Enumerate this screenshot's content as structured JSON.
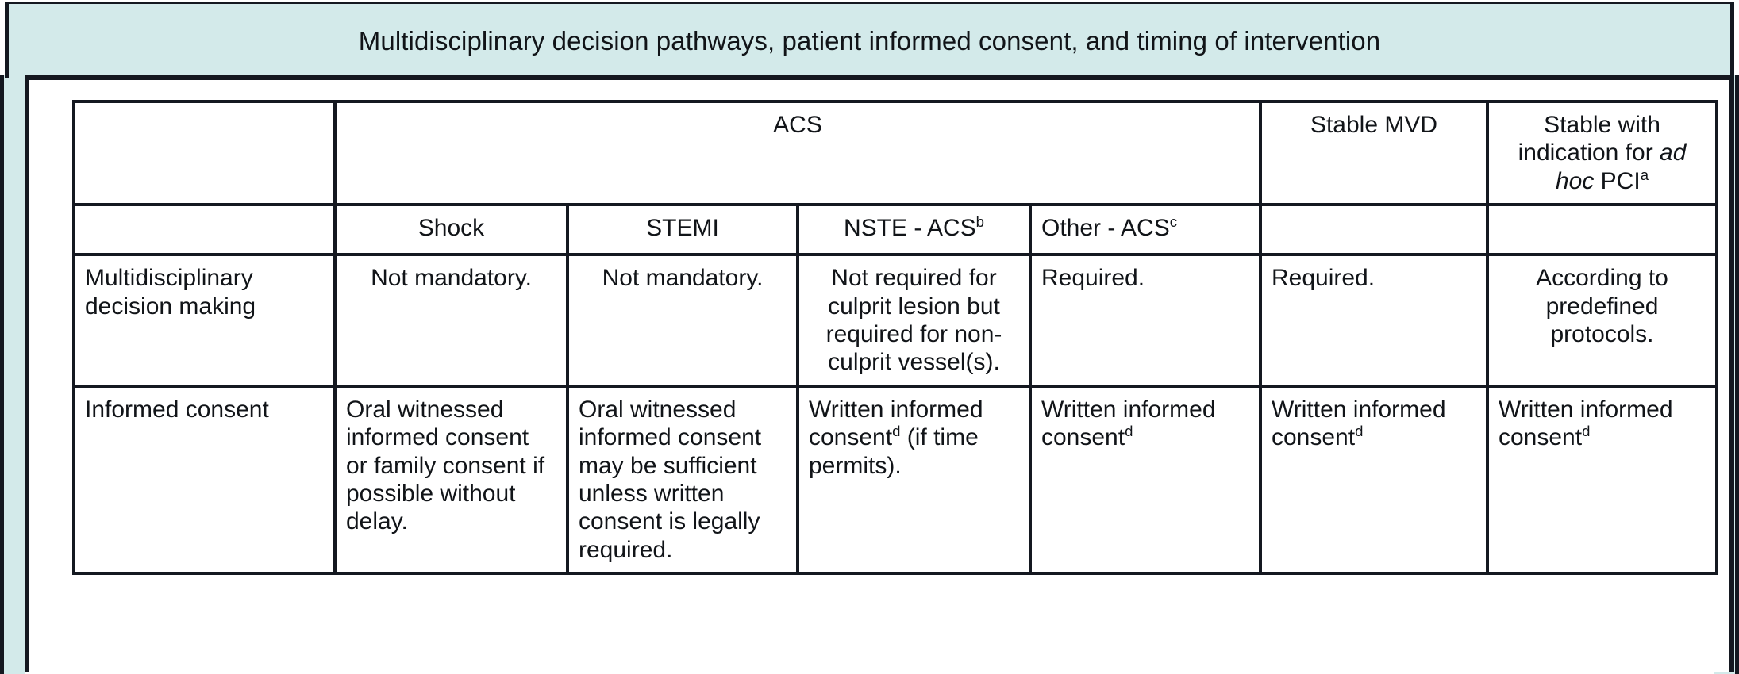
{
  "figure": {
    "title": "Multidisciplinary decision pathways, patient informed consent, and timing of intervention"
  },
  "colors": {
    "title_band": "#d3eaea",
    "cell_light_blue": "#d3e4f2",
    "cell_accent_blue": "#4fb8e4",
    "border": "#141820",
    "cell_white": "#ffffff"
  },
  "table": {
    "group_header": {
      "corner": "",
      "acs_group": "ACS",
      "stable_mvd": "Stable MVD",
      "stable_ad_hoc_pci": {
        "before": "Stable with indication for ",
        "italic": "ad hoc",
        "after": " PCI",
        "footnote": "a"
      }
    },
    "sub_header": {
      "corner": "",
      "shock": "Shock",
      "stemi": "STEMI",
      "nste_acs": {
        "text": "NSTE - ACS",
        "footnote": "b"
      },
      "other_acs": {
        "text": "Other - ACS",
        "footnote": "c"
      },
      "stable_mvd": "",
      "stable_ad_hoc_pci": ""
    },
    "rows": [
      {
        "label": "Multidisciplinary decision making",
        "shock": "Not mandatory.",
        "stemi": "Not mandatory.",
        "nste_acs": "Not required for culprit lesion but required for non-culprit vessel(s).",
        "other_acs": "Required.",
        "stable_mvd": "Required.",
        "stable_ad_hoc_pci": "According to predefined protocols."
      },
      {
        "label": "Informed consent",
        "shock": "Oral witnessed informed consent or family consent if possible without delay.",
        "stemi": "Oral witnessed informed consent may be sufficient unless written consent is legally required.",
        "nste_acs": {
          "before": "Written informed consent",
          "footnote": "d",
          "after": " (if time permits)."
        },
        "other_acs": {
          "before": "Written informed consent",
          "footnote": "d",
          "after": ""
        },
        "stable_mvd": {
          "before": "Written informed consent",
          "footnote": "d",
          "after": ""
        },
        "stable_ad_hoc_pci": {
          "before": "Written informed consent",
          "footnote": "d",
          "after": ""
        }
      }
    ]
  }
}
